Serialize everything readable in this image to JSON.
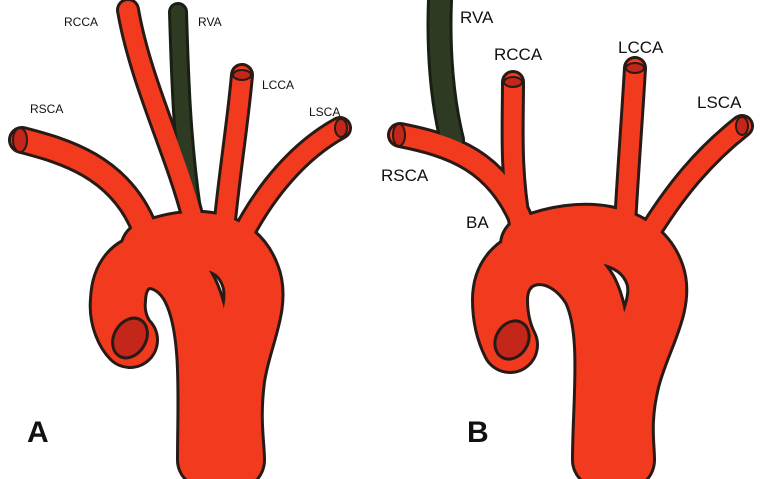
{
  "colors": {
    "artery": "#f23a1e",
    "artery_dark": "#c4261a",
    "outline": "#2a1a16",
    "vein": "#2f3a22",
    "vein_dark": "#182013"
  },
  "panel_a": {
    "letter": "A",
    "labels": {
      "rcca": "RCCA",
      "rva": "RVA",
      "lcca": "LCCA",
      "lsca": "LSCA",
      "rsca": "RSCA"
    }
  },
  "panel_b": {
    "letter": "B",
    "labels": {
      "rva": "RVA",
      "rcca": "RCCA",
      "lcca": "LCCA",
      "lsca": "LSCA",
      "rsca": "RSCA",
      "ba": "BA"
    }
  }
}
